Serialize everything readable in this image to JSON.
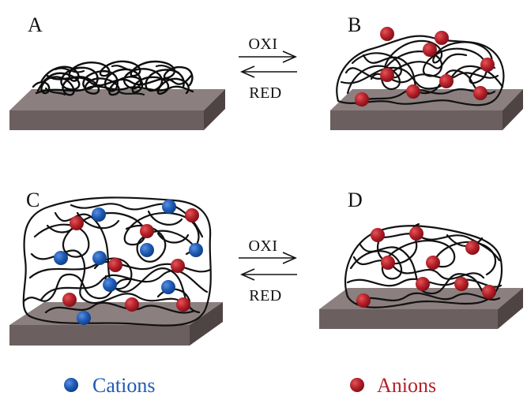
{
  "panels": [
    {
      "id": "A",
      "label": "A"
    },
    {
      "id": "B",
      "label": "B"
    },
    {
      "id": "C",
      "label": "C"
    },
    {
      "id": "D",
      "label": "D"
    }
  ],
  "reactions": [
    {
      "forward": "OXI",
      "reverse": "RED"
    },
    {
      "forward": "OXI",
      "reverse": "RED"
    }
  ],
  "legend": [
    {
      "symbol": "blue-dot",
      "label": "Cations",
      "color": "#1e5bb5"
    },
    {
      "symbol": "red-dot",
      "label": "Anions",
      "color": "#b52028"
    }
  ],
  "colors": {
    "substrate_top": "#8c7f7f",
    "substrate_side": "#5e5353",
    "cation": "#1e5bb5",
    "anion": "#b52028",
    "polymer": "#111111"
  }
}
